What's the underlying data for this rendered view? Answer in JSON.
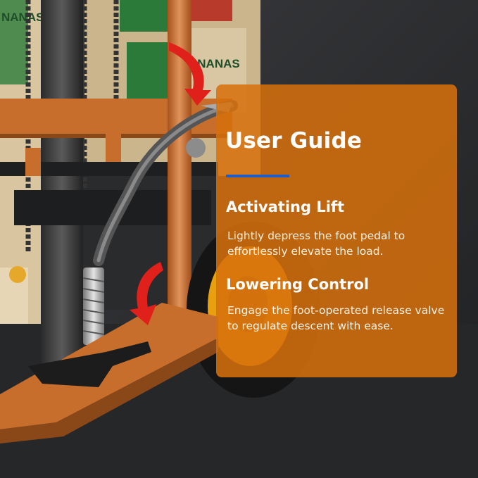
{
  "guide": {
    "title": "User Guide",
    "sections": [
      {
        "heading": "Activating Lift",
        "text": "Lightly depress the foot pedal to effortlessly elevate the load."
      },
      {
        "heading": "Lowering Control",
        "text": "Engage the foot-operated release valve to regulate descent with ease."
      }
    ]
  },
  "crate_labels": [
    "NANAS",
    "ANANAS"
  ],
  "colors": {
    "accent_orange": "#d6700c",
    "divider_blue": "#1f5cc4",
    "frame_orange": "#c86e2c",
    "arrow_red": "#e0201a",
    "background": "#2b2c2e"
  }
}
